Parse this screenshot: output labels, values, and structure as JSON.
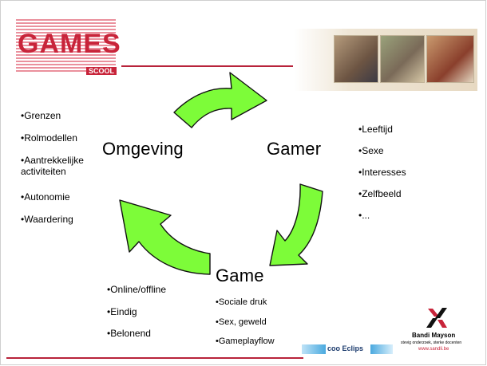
{
  "logo": {
    "text": "GAMES",
    "sub": "SCOOL"
  },
  "nodes": {
    "omgeving": "Omgeving",
    "gamer": "Gamer",
    "game": "Game"
  },
  "lists": {
    "omgeving": [
      "Grenzen",
      "Rolmodellen",
      "Aantrekkelijke",
      "activiteiten",
      "Autonomie",
      "Waardering"
    ],
    "gamer": [
      "Leeftijd",
      "Sexe",
      "Interesses",
      "Zelfbeeld",
      "..."
    ],
    "game_left": [
      "Online/offline",
      "Eindig",
      "Belonend"
    ],
    "game_right": [
      "Sociale druk",
      "Sex, geweld",
      "Gameplayflow"
    ]
  },
  "footer": {
    "eclips": "coo Eclips",
    "sender_name": "Bandi Mayson",
    "sender_tagline": "stevig onderzoek, sterke docenten",
    "sender_url": "www.sandli.be"
  },
  "colors": {
    "arrow": "#7dfc39",
    "arrow_stroke": "#111111",
    "accent": "#b8233a"
  }
}
